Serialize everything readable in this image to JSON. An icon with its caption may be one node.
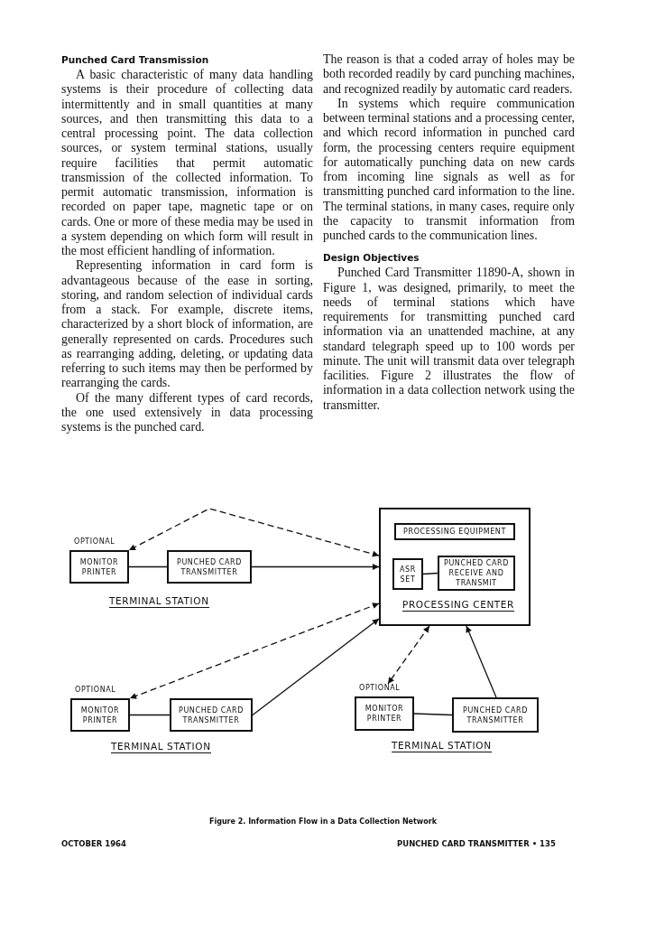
{
  "diagram": {
    "caption": "Figure 2. Information Flow in a Data Collection Network",
    "nodes": [
      {
        "text": [
          "PROCESSING CENTER"
        ]
      },
      {
        "text": [
          "PROCESSING EQUIPMENT"
        ],
        "in": 0
      },
      {
        "text": [
          "ASR SET"
        ],
        "in": 0
      },
      {
        "text": [
          "PUNCHED CARD RECEIVE AND TRANSMIT"
        ],
        "in": 0
      },
      {
        "text": [
          "MONITOR PRINTER"
        ],
        "beside": [
          "OPTIONAL"
        ]
      },
      {
        "text": [
          "PUNCHED CARD TRANSMITTER"
        ]
      },
      {
        "text": [
          "MONITOR PRINTER"
        ],
        "beside": [
          "OPTIONAL"
        ]
      },
      {
        "text": [
          "PUNCHED CARD TRANSMITTER"
        ]
      },
      {
        "text": [
          "MONITOR PRINTER"
        ],
        "beside": [
          "OPTIONAL"
        ]
      },
      {
        "text": [
          "PUNCHED CARD TRANSMITTER"
        ]
      }
    ],
    "edges": [
      {
        "from": 4,
        "to": 5,
        "arrow": "none"
      },
      {
        "from": 5,
        "to": 0,
        "arrow": "to"
      },
      {
        "from": 0,
        "to": 4,
        "arrow": "both",
        "style": "dashed"
      },
      {
        "from": 2,
        "to": 3,
        "arrow": "none"
      },
      {
        "from": 0,
        "to": 6,
        "arrow": "both",
        "style": "dashed"
      },
      {
        "from": 6,
        "to": 7,
        "arrow": "none"
      },
      {
        "from": 7,
        "to": 0,
        "arrow": "to"
      },
      {
        "from": 0,
        "to": 8,
        "arrow": "both",
        "style": "dashed"
      },
      {
        "from": 8,
        "to": 9,
        "arrow": "none"
      },
      {
        "from": 9,
        "to": 0,
        "arrow": "to"
      }
    ],
    "labels": [
      "Punched Card Transmission",
      "A basic characteristic of many data handling systems is their procedure of collecting data intermittently and in small quantities at many sources, and then transmitting this data to a central processing point. The data collection sources, or system terminal stations, usually require facilities that permit automatic transmission of the collected information. To permit automatic transmission, information is recorded on paper tape, magnetic tape or on cards. One or more of these media may be used in a system depending on which form will result in the most efficient handling of information.",
      "Representing information in card form is advantageous because of the ease in sorting, storing, and random selection of individual cards from a stack. For example, discrete items, characterized by a short block of information, are generally represented on cards. Procedures such as rearranging adding, deleting, or updating data referring to such items may then be performed by rearranging the cards.",
      "Of the many different types of card records, the one used extensively in data processing systems is the punched card.",
      "The reason is that a coded array of holes may be both recorded readily by card punching machines, and recognized readily by automatic card readers.",
      "In systems which require communication between terminal stations and a processing center, and which record information in punched card form, the processing centers require equipment for automatically punching data on new cards from incoming line signals as well as for transmitting punched card information to the line. The terminal stations, in many cases, require only the capacity to transmit information from punched cards to the communication lines.",
      "Design Objectives",
      "Punched Card Transmitter 11890-A, shown in Figure 1, was designed, primarily, to meet the needs of terminal stations which have requirements for transmitting punched card information via an unattended machine, at any standard telegraph speed up to 100 words per minute. The unit will transmit data over telegraph facilities. Figure 2 illustrates the flow of information in a data collection network using the transmitter.",
      "TERMINAL STATION",
      "TERMINAL STATION",
      "TERMINAL STATION",
      "OCTOBER 1964",
      "PUNCHED CARD TRANSMITTER • 135"
    ]
  }
}
